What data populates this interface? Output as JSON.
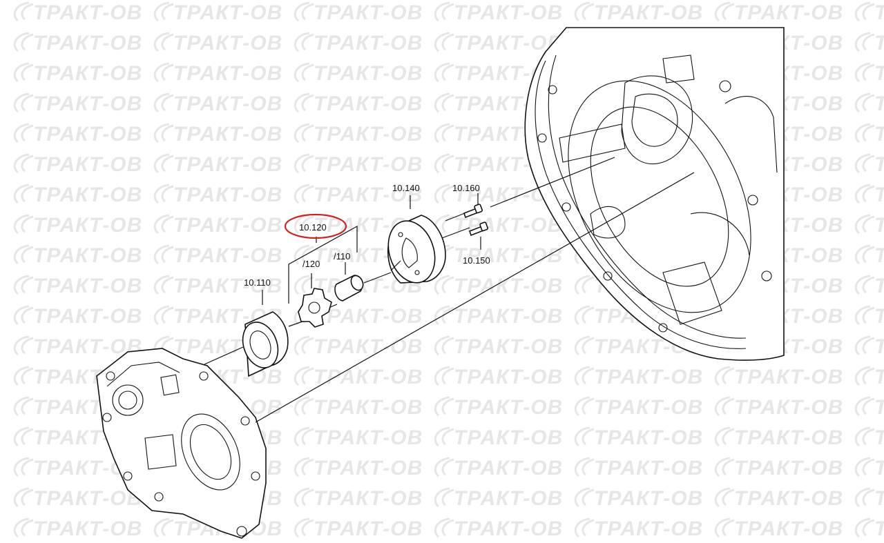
{
  "watermark": {
    "text": "ТРАКТ-ОВ",
    "color": "#e6e6e6"
  },
  "highlight": {
    "target": "10.120",
    "color": "#cc2222"
  },
  "labels": {
    "l10_140": "10.140",
    "l10_160": "10.160",
    "l10_150": "10.150",
    "l10_120": "10.120",
    "l120": "/120",
    "l110": "/110",
    "l10_110": "10.110"
  }
}
